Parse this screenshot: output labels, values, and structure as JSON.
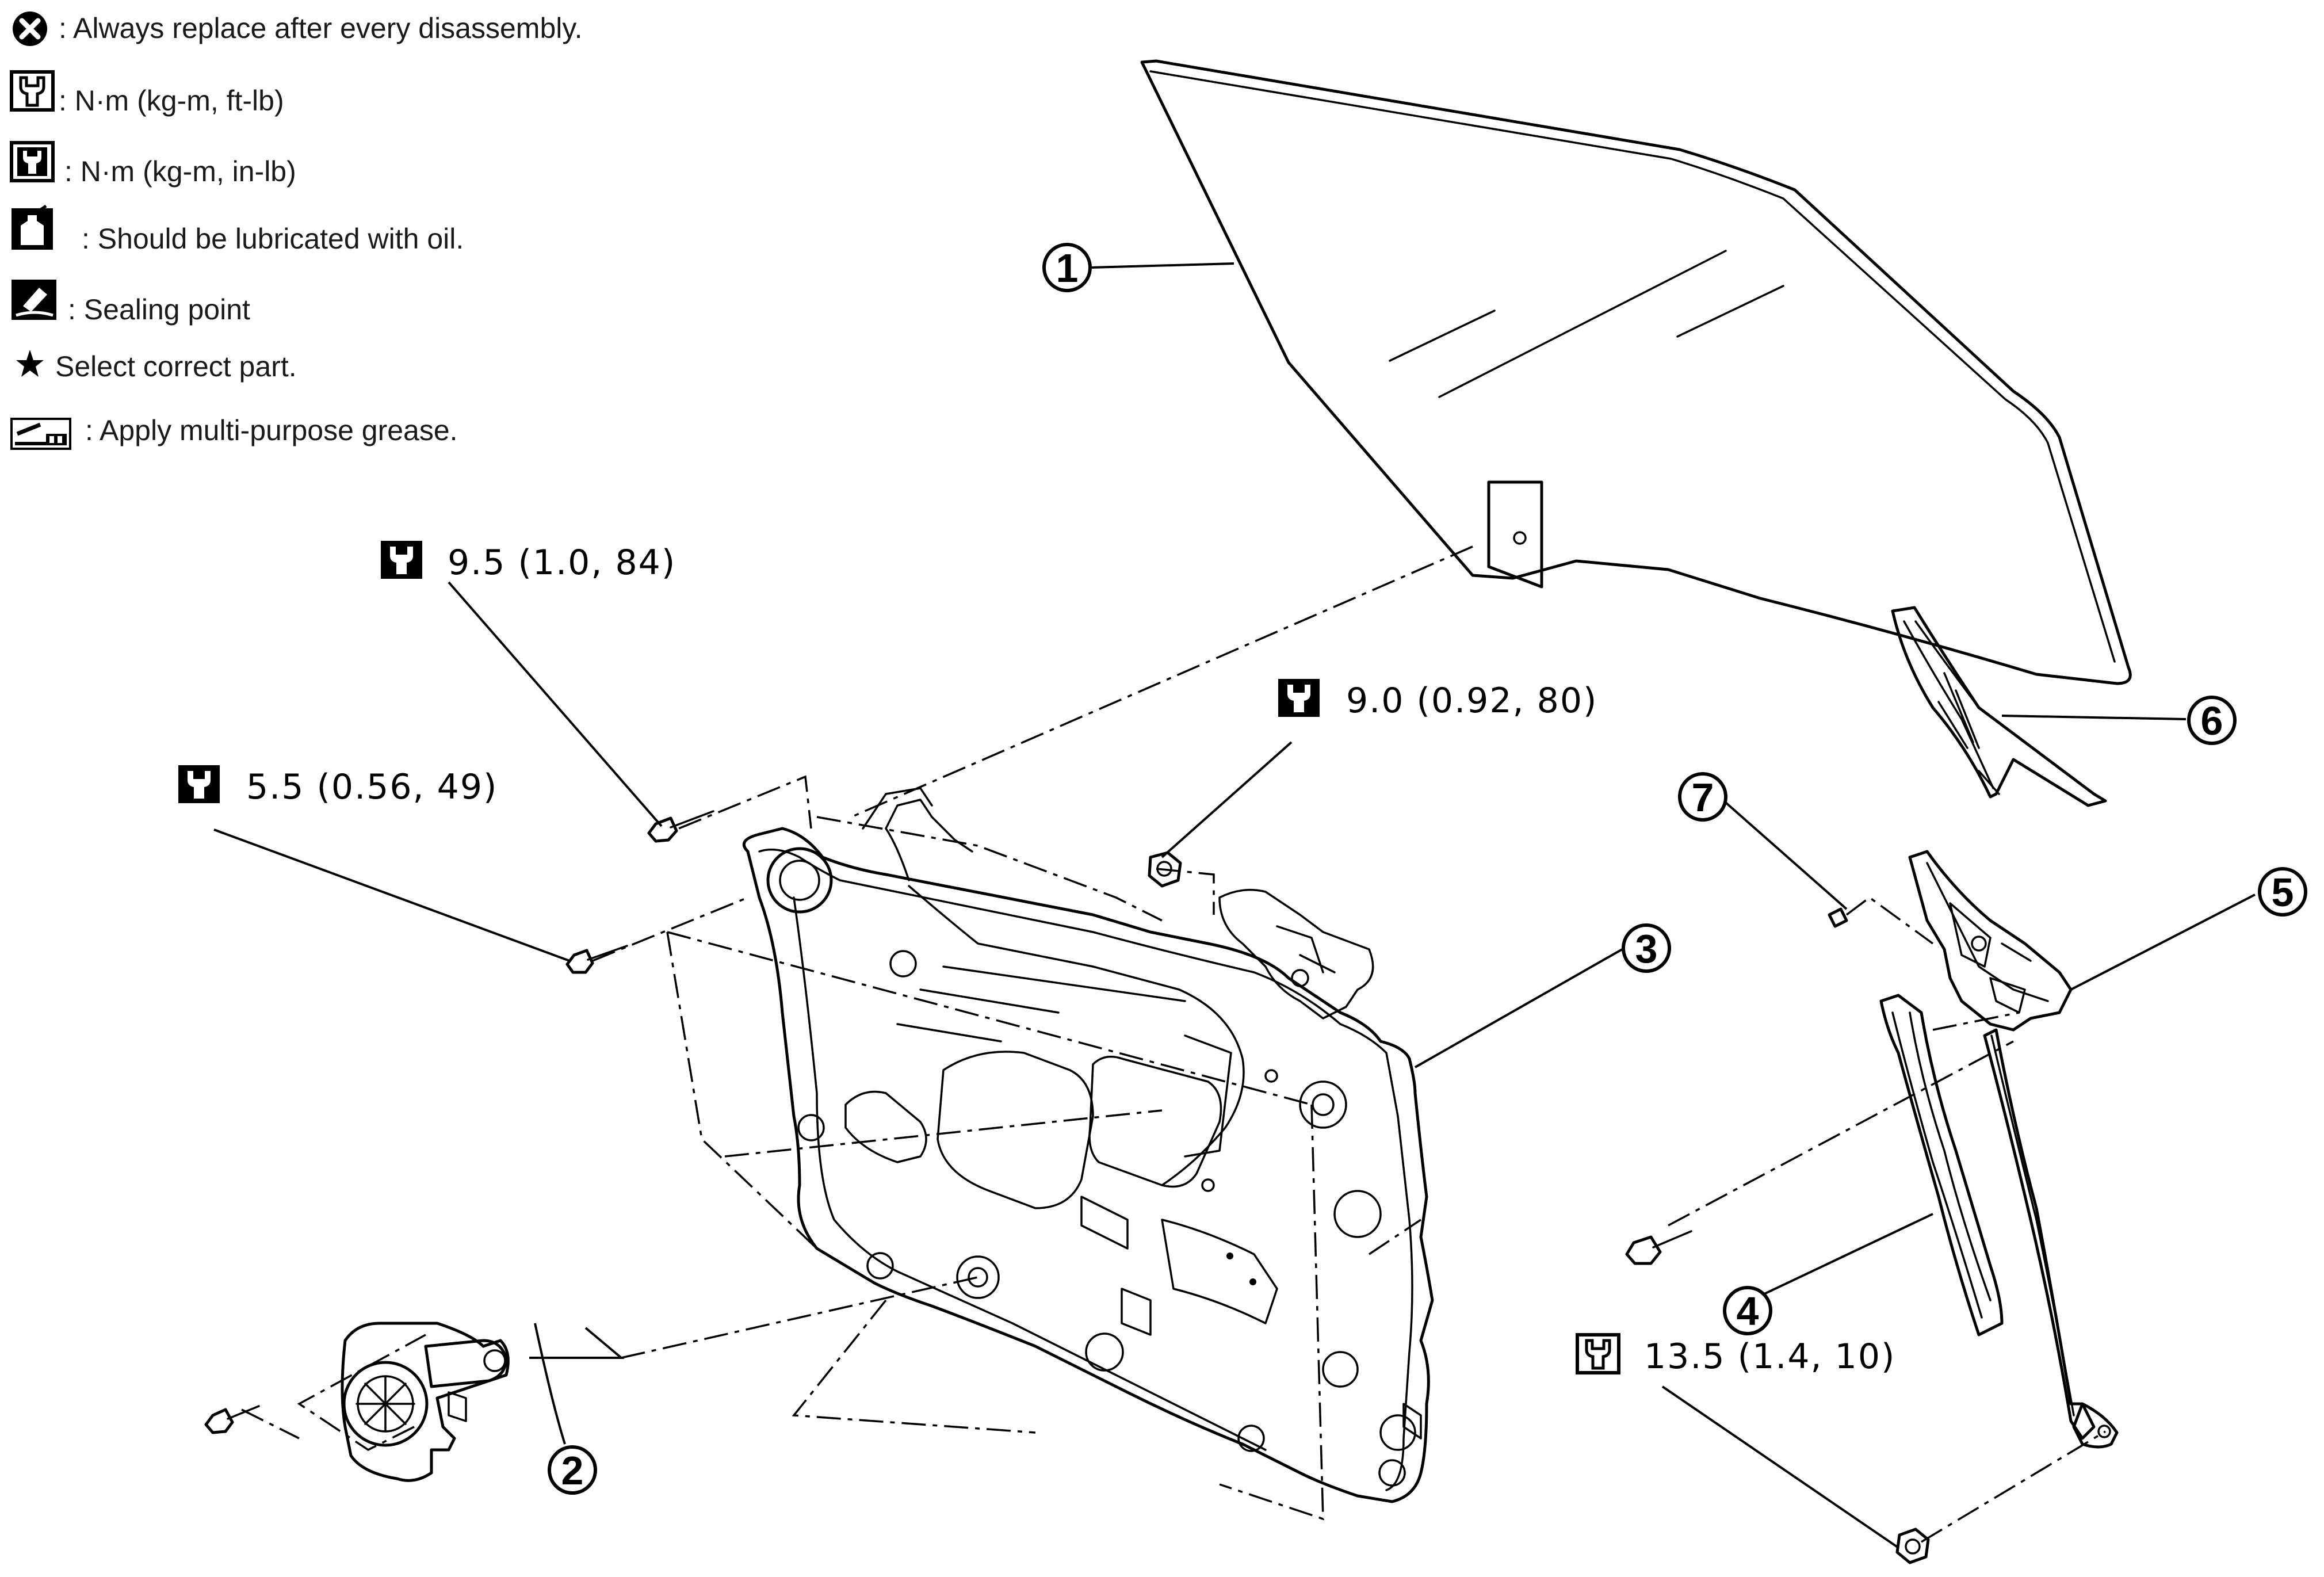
{
  "legend": [
    {
      "icon": "x-circle-icon",
      "text": ": Always replace after every disassembly."
    },
    {
      "icon": "wrench-icon",
      "text": ": N·m (kg-m, ft-lb)"
    },
    {
      "icon": "wrench-filled-icon",
      "text": ": N·m (kg-m, in-lb)"
    },
    {
      "icon": "oil-can-icon",
      "text": ": Should be lubricated with oil."
    },
    {
      "icon": "sealant-icon",
      "text": ": Sealing point"
    },
    {
      "icon": "star-icon",
      "text": "Select correct part."
    },
    {
      "icon": "grease-gun-icon",
      "text": ": Apply multi-purpose grease."
    }
  ],
  "torques": [
    {
      "value": "9.5 (1.0, 84)",
      "icon": "wrench-filled-icon"
    },
    {
      "value": "9.0 (0.92, 80)",
      "icon": "wrench-filled-icon"
    },
    {
      "value": "5.5 (0.56, 49)",
      "icon": "wrench-filled-icon"
    },
    {
      "value": "13.5 (1.4, 10)",
      "icon": "wrench-icon"
    }
  ],
  "callouts": [
    "1",
    "2",
    "3",
    "4",
    "5",
    "6",
    "7"
  ]
}
